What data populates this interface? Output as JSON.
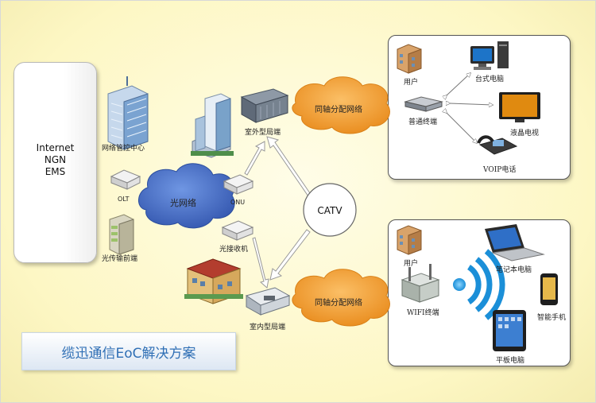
{
  "title": "缆迅通信EoC解决方案",
  "core": {
    "line1": "Internet",
    "line2": "NGN",
    "line3": "EMS"
  },
  "center": {
    "label": "CATV"
  },
  "headend": {
    "network_center": "网络管控中心",
    "olt": "OLT",
    "optical_front": "光传输前端",
    "optical_network": "光网络",
    "onu": "ONU",
    "optical_receiver": "光接收机"
  },
  "outdoor": {
    "label": "室外型局端",
    "coax_network": "同轴分配网络"
  },
  "indoor": {
    "label": "室内型局端",
    "coax_network": "同轴分配网络"
  },
  "top_panel": {
    "user": "用户",
    "desktop_pc": "台式电脑",
    "terminal": "普通终端",
    "lcd_tv": "液晶电视",
    "voip_phone": "VOIP电话"
  },
  "bottom_panel": {
    "user": "用户",
    "laptop": "笔记本电脑",
    "wifi_terminal": "WIFI终端",
    "smartphone": "智能手机",
    "tablet": "平板电脑"
  },
  "colors": {
    "title": "#2f6fb5",
    "cloud": "#f2a13c",
    "blue_cloud": "#4f77c9",
    "background": "#fefbd6"
  }
}
